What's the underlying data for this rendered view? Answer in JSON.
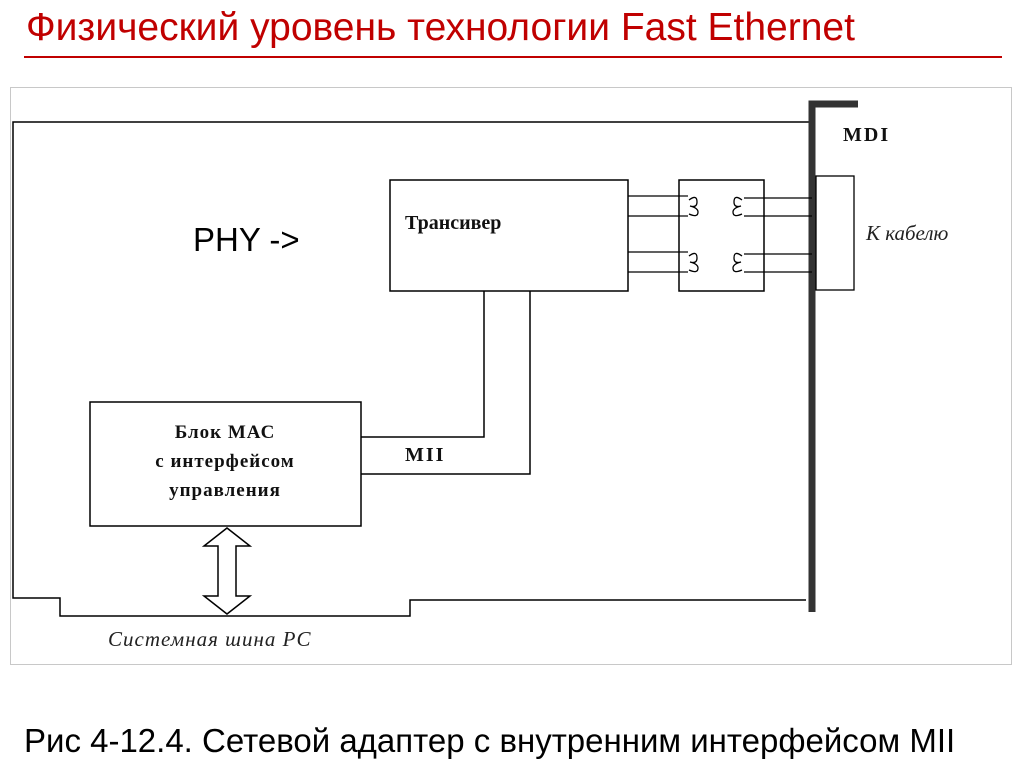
{
  "title": "Физический уровень технологии Fast Ethernet",
  "caption": "Рис 4-12.4. Сетевой адаптер с внутренним интерфейсом MII",
  "diagram": {
    "phy_label": "PHY ->",
    "transceiver_label": "Трансивер",
    "mac_block_lines": [
      "Блок МАС",
      "с интерфейсом",
      "управления"
    ],
    "mii_label": "МII",
    "mdi_label": "MDI",
    "cable_label": "К кабелю",
    "system_bus_label": "Системная шина РС"
  },
  "colors": {
    "title": "#c00000",
    "line": "#000000",
    "bracket": "#333333"
  }
}
